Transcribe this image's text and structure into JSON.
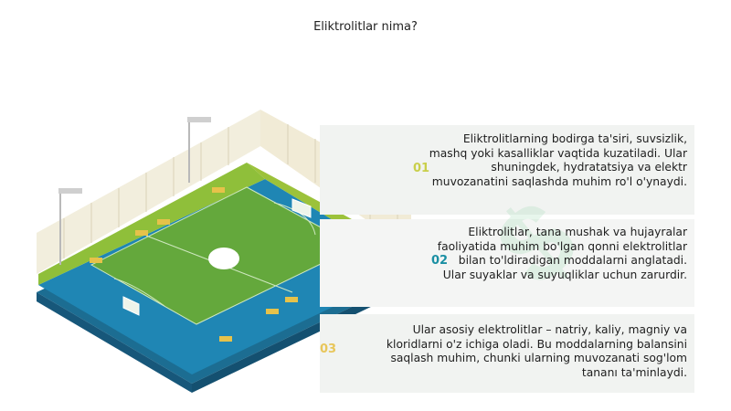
{
  "title": "Eliktrolitlar nima?",
  "items": [
    {
      "number": "01",
      "text": "Eliktrolitlarning bodirga ta'siri, suvsizlik, mashq yoki kasalliklar vaqtida kuzatiladi. Ular shuningdek, hydratatsiya va elektr muvozanatini saqlashda muhim ro'l o'ynaydi."
    },
    {
      "number": "02",
      "text": "Eliktrolitlar, tana mushak va hujayralar faoliyatida muhim bo'lgan qonni elektrolitlar bilan to'ldiradigan moddalarni anglatadi. Ular suyaklar va suyuqliklar uchun zarurdir."
    },
    {
      "number": "03",
      "text": "Ular asosiy elektrolitlar – natriy, kaliy, magniy va kloridlarni o'z ichiga oladi. Bu moddalarning balansini saqlash muhim, chunki ularning muvozanati sog'lom tananı ta'minlaydi."
    }
  ],
  "colors": {
    "n1": "#c9cf4a",
    "n2": "#1a8fa3",
    "n3": "#e8c65a",
    "court": "#6aaa3a",
    "track": "#1f78a6"
  },
  "illustration": "isometric-futsal-court"
}
